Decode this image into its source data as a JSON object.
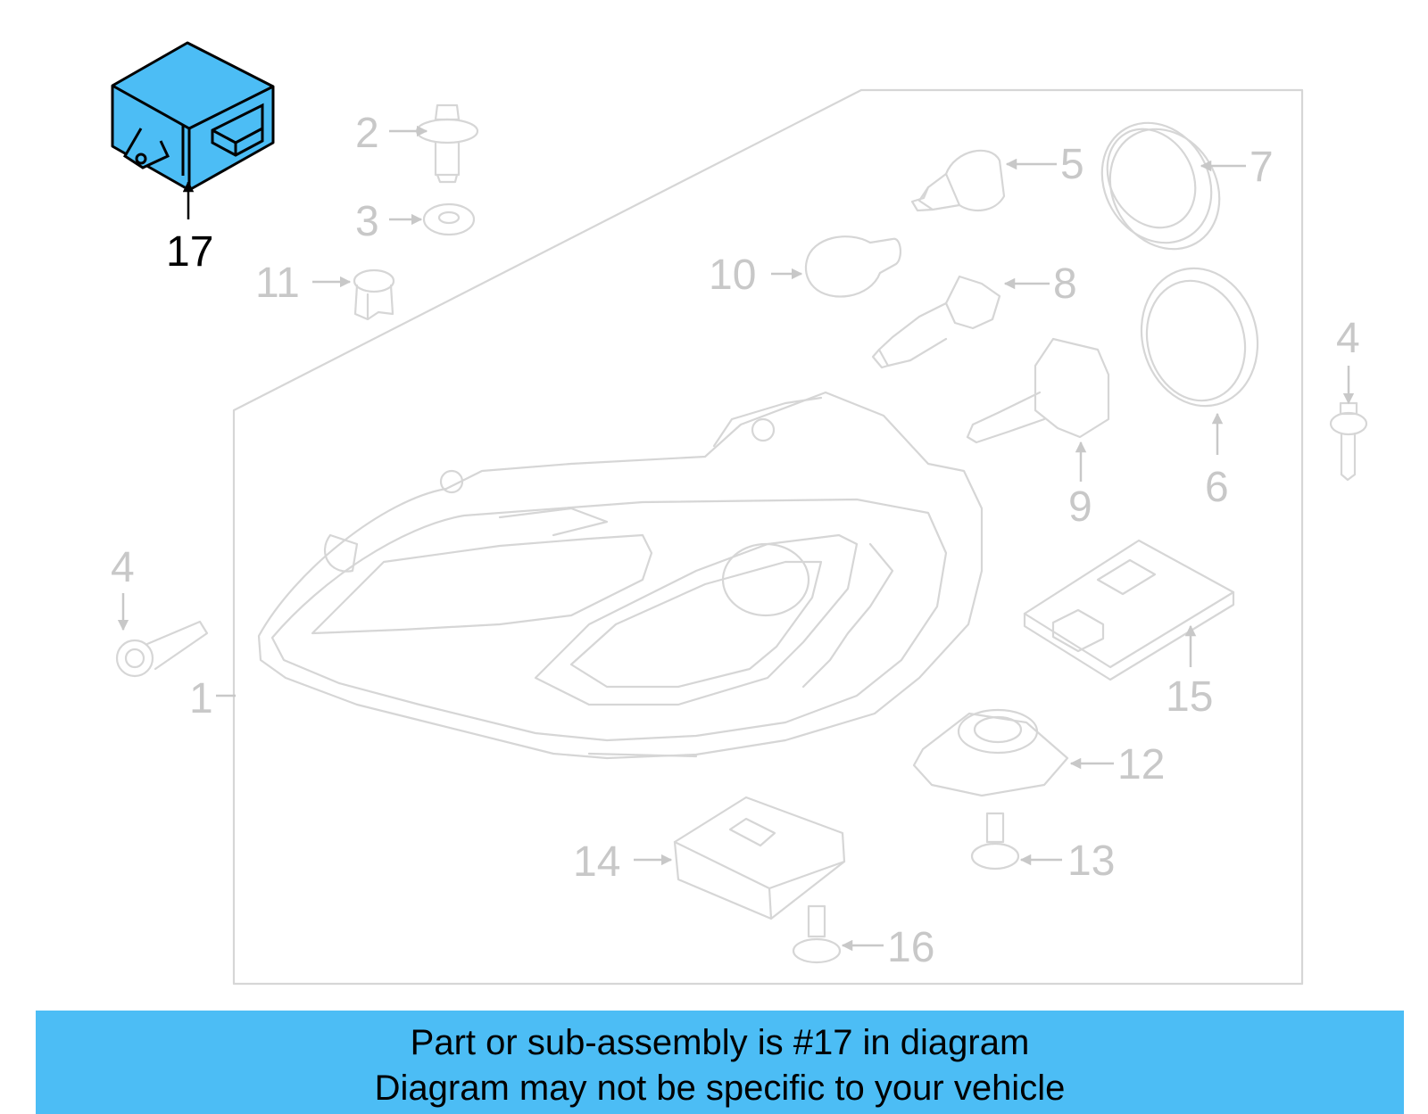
{
  "diagram": {
    "highlight_color": "#4cbdf5",
    "line_color": "#d6d6d6",
    "callouts": {
      "c1": "1",
      "c2": "2",
      "c3": "3",
      "c4a": "4",
      "c4b": "4",
      "c5": "5",
      "c6": "6",
      "c7": "7",
      "c8": "8",
      "c9": "9",
      "c10": "10",
      "c11": "11",
      "c12": "12",
      "c13": "13",
      "c14": "14",
      "c15": "15",
      "c16": "16",
      "c17": "17"
    }
  },
  "banner": {
    "line1": "Part or sub-assembly is #17 in diagram",
    "line2": "Diagram may not be specific to your vehicle",
    "background": "#4cbdf5"
  }
}
